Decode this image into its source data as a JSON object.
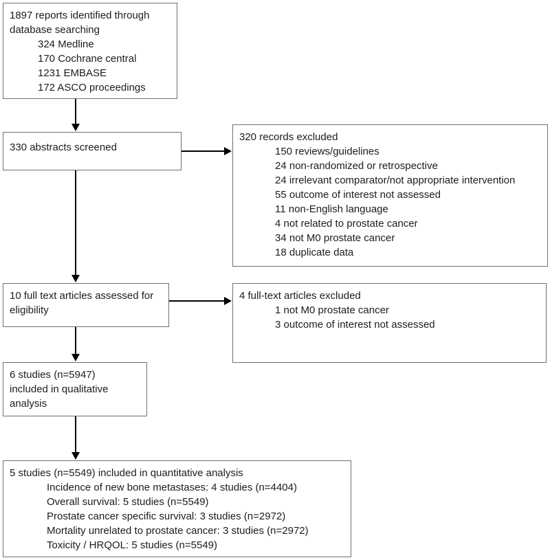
{
  "colors": {
    "background": "#ffffff",
    "box_border": "#6f6f6f",
    "text": "#1c1c1c",
    "arrow": "#000000"
  },
  "flow": {
    "identification": {
      "lines": [
        "1897 reports identified through",
        "database searching"
      ],
      "items": [
        "324 Medline",
        "170 Cochrane central",
        "1231 EMBASE",
        "172 ASCO proceedings"
      ]
    },
    "screening": {
      "title": "330 abstracts screened"
    },
    "records_excluded": {
      "title": "320 records excluded",
      "items": [
        "150 reviews/guidelines",
        "24 non-randomized or retrospective",
        "24 irrelevant comparator/not appropriate intervention",
        "55 outcome of interest not assessed",
        "11 non-English language",
        "4 not related to prostate cancer",
        "34 not M0 prostate cancer",
        "18 duplicate data"
      ]
    },
    "eligibility": {
      "lines": [
        "10 full text articles assessed for",
        "eligibility"
      ]
    },
    "fulltext_excluded": {
      "title": "4 full-text articles excluded",
      "items": [
        "1 not M0 prostate cancer",
        "3 outcome of interest not assessed"
      ]
    },
    "qualitative": {
      "lines": [
        "6 studies (n=5947)",
        "included in qualitative",
        "analysis"
      ]
    },
    "quantitative": {
      "title": "5 studies (n=5549) included in quantitative analysis",
      "items": [
        "Incidence of new bone metastases: 4 studies (n=4404)",
        "Overall survival: 5 studies (n=5549)",
        "Prostate cancer specific survival: 3 studies (n=2972)",
        "Mortality unrelated to prostate cancer: 3 studies (n=2972)",
        "Toxicity / HRQOL: 5 studies (n=5549)"
      ]
    }
  }
}
